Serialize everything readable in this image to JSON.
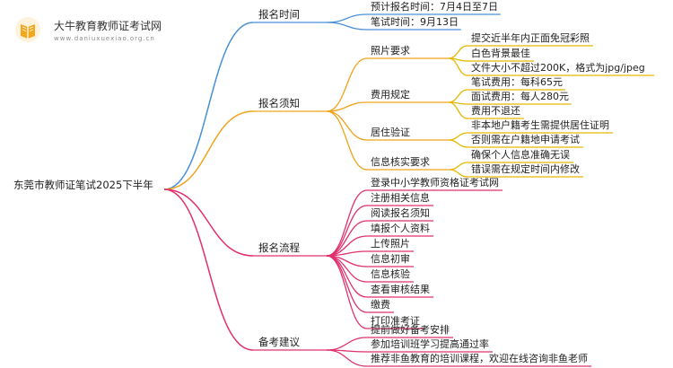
{
  "logo": {
    "title": "大牛教育教师证考试网",
    "subtitle": "www.daniuxuexiao.org.cn"
  },
  "mindmap": {
    "root": "东莞市教师证笔试2025下半年",
    "colors": {
      "blue": "#4a90d9",
      "orange": "#f0a31c",
      "pink": "#e0306e",
      "yellow": "#e6b800"
    },
    "branches": [
      {
        "label": "报名时间",
        "color": "blue",
        "children": [
          {
            "label": "预计报名时间：7月4日至7日"
          },
          {
            "label": "笔试时间：9月13日"
          }
        ]
      },
      {
        "label": "报名须知",
        "color": "orange",
        "children": [
          {
            "label": "照片要求",
            "children": [
              {
                "label": "提交近半年内正面免冠彩照"
              },
              {
                "label": "白色背景最佳"
              },
              {
                "label": "文件大小不超过200K，格式为jpg/jpeg"
              }
            ]
          },
          {
            "label": "费用规定",
            "children": [
              {
                "label": "笔试费用：每科65元"
              },
              {
                "label": "面试费用：每人280元"
              },
              {
                "label": "费用不退还"
              }
            ]
          },
          {
            "label": "居住验证",
            "children": [
              {
                "label": "非本地户籍考生需提供居住证明"
              },
              {
                "label": "否则需在户籍地申请考试"
              }
            ]
          },
          {
            "label": "信息核实要求",
            "children": [
              {
                "label": "确保个人信息准确无误"
              },
              {
                "label": "错误需在规定时间内修改"
              }
            ]
          }
        ]
      },
      {
        "label": "报名流程",
        "color": "pink",
        "children": [
          {
            "label": "登录中小学教师资格证考试网"
          },
          {
            "label": "注册相关信息"
          },
          {
            "label": "阅读报名须知"
          },
          {
            "label": "填报个人资料"
          },
          {
            "label": "上传照片"
          },
          {
            "label": "信息初审"
          },
          {
            "label": "信息核验"
          },
          {
            "label": "查看审核结果"
          },
          {
            "label": "缴费"
          },
          {
            "label": "打印准考证"
          }
        ]
      },
      {
        "label": "备考建议",
        "color": "pink",
        "children": [
          {
            "label": "提前做好备考安排"
          },
          {
            "label": "参加培训班学习提高通过率"
          },
          {
            "label": "推荐非鱼教育的培训课程，欢迎在线咨询非鱼老师"
          }
        ]
      }
    ]
  }
}
